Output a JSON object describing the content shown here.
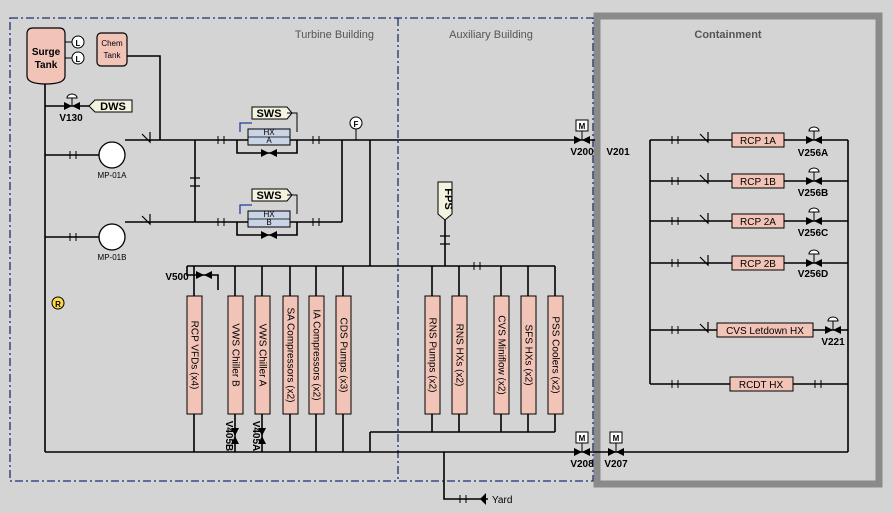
{
  "buildings": {
    "turbine": "Turbine Building",
    "auxiliary": "Auxiliary Building",
    "containment": "Containment"
  },
  "tanks": {
    "surge_line1": "Surge",
    "surge_line2": "Tank",
    "chem_line1": "Chem",
    "chem_line2": "Tank",
    "level_indicator": "L"
  },
  "tags": {
    "dws": "DWS",
    "sws": "SWS",
    "fps": "FPS",
    "yard": "Yard",
    "flow_indicator": "F",
    "motor": "M",
    "relief": "R"
  },
  "valves": {
    "v130": "V130",
    "v200": "V200",
    "v201": "V201",
    "v208": "V208",
    "v207": "V207",
    "v500": "V500",
    "v405b": "V405B",
    "v405a": "V405A",
    "v256a": "V256A",
    "v256b": "V256B",
    "v256c": "V256C",
    "v256d": "V256D",
    "v221": "V221"
  },
  "pumps": {
    "mp01a": "MP-01A",
    "mp01b": "MP-01B"
  },
  "heat_exchangers": {
    "hx": "HX",
    "a": "A",
    "b": "B"
  },
  "turbine_loads": [
    "RCP VFDs (x4)",
    "VWS Chiller B",
    "VWS Chiller A",
    "SA Compressors (x2)",
    "IA Compressors (x2)",
    "CDS Pumps (x3)"
  ],
  "aux_loads": [
    "RNS Pumps (x2)",
    "RNS HXs (x2)",
    "CVS Miniflow (x2)",
    "SFS HXs (x2)",
    "PSS Coolers (x2)"
  ],
  "containment_loads": [
    "RCP 1A",
    "RCP 1B",
    "RCP 2A",
    "RCP 2B",
    "CVS Letdown HX",
    "RCDT HX"
  ],
  "colors": {
    "background": "#d4d4d4",
    "component_fill": "#f2c4b8",
    "tag_fill": "#f3f3df",
    "hx_fill": "#c9d4e6",
    "relief_fill": "#ffd84a",
    "containment_wall": "#8a8a8a",
    "building_border": "#1f2d6e"
  }
}
